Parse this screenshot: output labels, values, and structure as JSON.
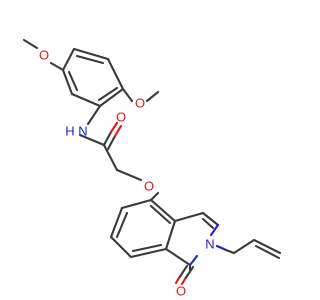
{
  "diagram": {
    "type": "chemical-structure",
    "colors": {
      "bond": "#3a3a3a",
      "oxygen": "#e8141c",
      "nitrogen": "#2020d8",
      "background": "#ffffff"
    },
    "atom_labels": {
      "methoxy_top_o": "O",
      "amide_nh": "N",
      "amide_h": "H",
      "amide_o": "O",
      "methoxy_right_o": "O",
      "ether_o": "O",
      "ring_n": "N",
      "carbonyl_o": "O"
    }
  }
}
